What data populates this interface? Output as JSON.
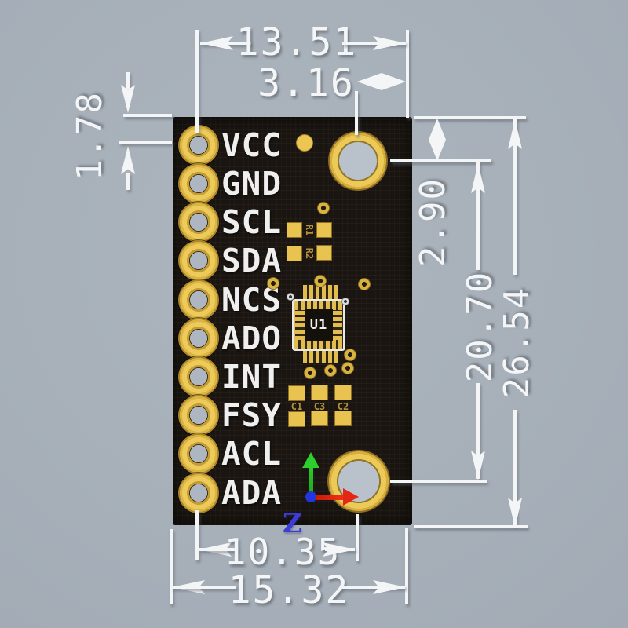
{
  "board": {
    "silkscreen_pins": [
      "VCC",
      "GND",
      "SCL",
      "SDA",
      "NCS",
      "ADO",
      "INT",
      "FSY",
      "ACL",
      "ADA"
    ],
    "components": {
      "ic": "U1",
      "resistor1": "R1",
      "resistor2": "R2",
      "cap1": "C1",
      "cap3": "C3",
      "cap2": "C2"
    },
    "axis_indicator": {
      "z_label": "Z"
    }
  },
  "dimensions": {
    "pad_to_right_edge_width": "13.51",
    "hole_to_edge_x": "3.16",
    "top_edge_to_pad_y": "1.78",
    "top_edge_to_hole_y": "2.90",
    "hole_to_hole_y": "20.70",
    "board_height": "26.54",
    "pad_to_hole_x": "10.35",
    "board_width": "15.32"
  },
  "colors": {
    "background": "#a8b1ba",
    "board": "#1a1510",
    "pad_gold": "#e8c24e",
    "silkscreen_white": "#efefef",
    "dimension_lines": "#f4f5f6",
    "axis_x_red": "#e42617",
    "axis_y_green": "#2ccf2c",
    "axis_z_blue": "#3c3cd6"
  }
}
